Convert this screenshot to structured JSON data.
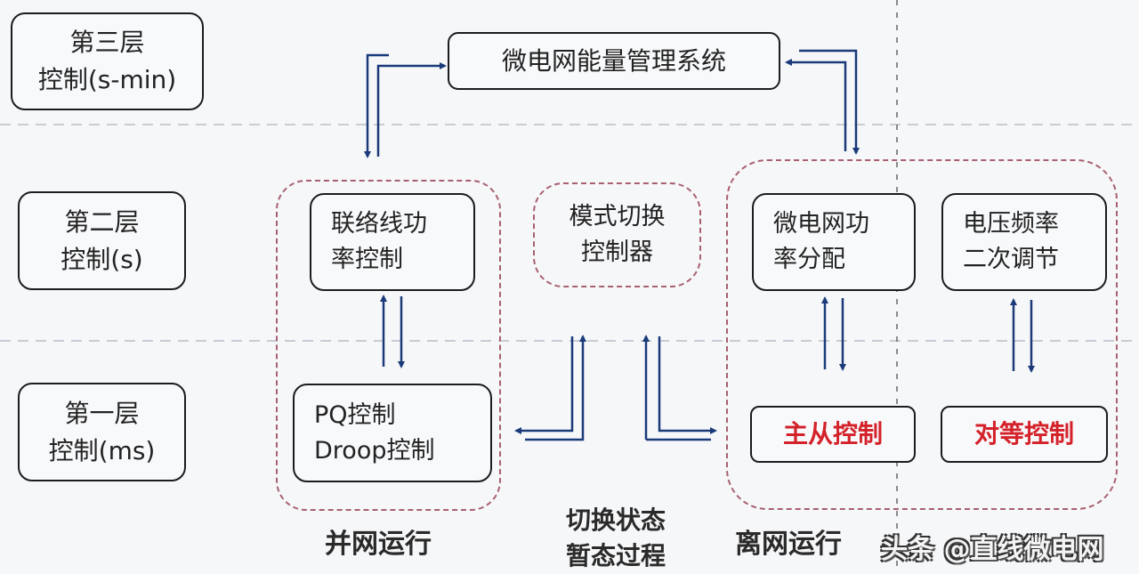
{
  "levels": [
    {
      "line1": "第三层",
      "line2": "控制(s-min)"
    },
    {
      "line1": "第二层",
      "line2": "控制(s)"
    },
    {
      "line1": "第一层",
      "line2": "控制(ms)"
    }
  ],
  "nodes": {
    "ems": "微电网能量管理系统",
    "tie_line": "联络线功\n率控制",
    "mode_switch": "模式切换\n控制器",
    "power_alloc": "微电网功\n率分配",
    "vf_secondary": "电压频率\n二次调节",
    "pq_droop": "PQ控制\nDroop控制",
    "master_slave": "主从控制",
    "peer": "对等控制"
  },
  "captions": {
    "grid_connected": "并网运行",
    "transition": "切换状态\n暂态过程",
    "islanded": "离网运行"
  },
  "watermark": "头条 @直线微电网",
  "colors": {
    "arrow": "#1a3a7a",
    "group_border": "#a86070",
    "emphasis": "#d4222a"
  }
}
